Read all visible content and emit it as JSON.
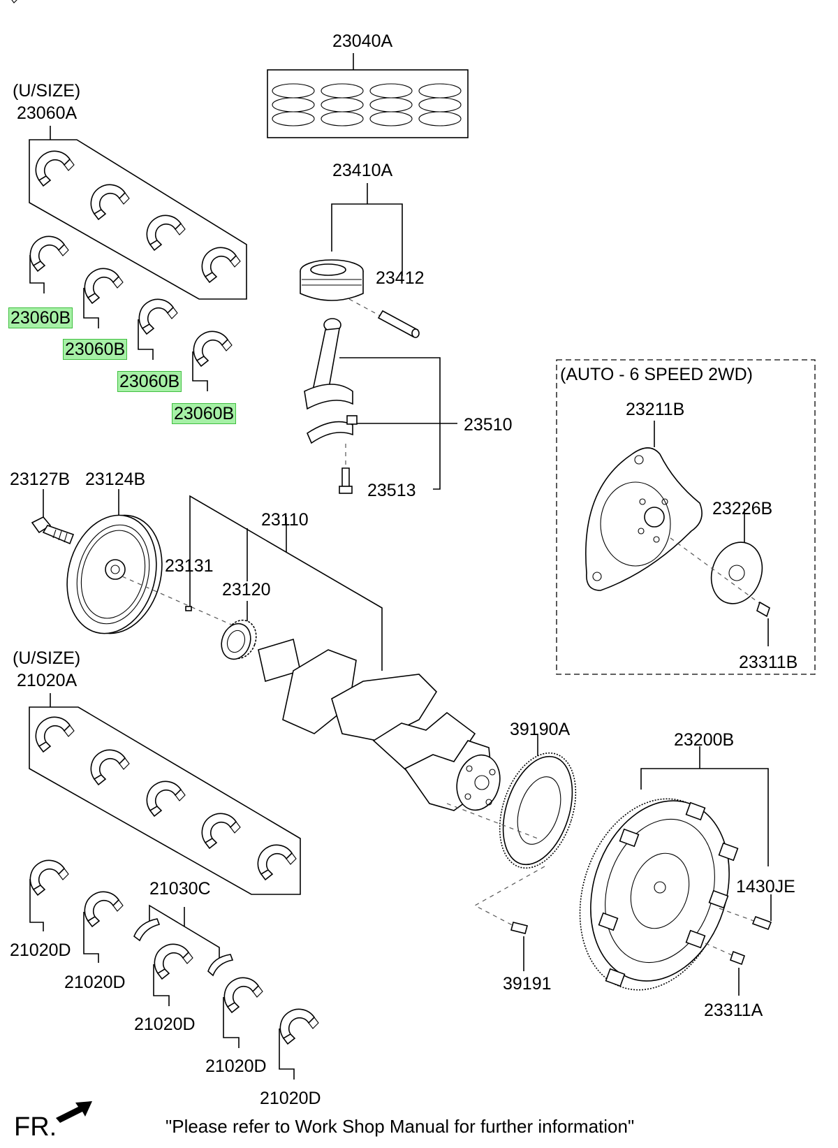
{
  "callouts": {
    "piston_ring_set": "23040A",
    "upper_bearing_undersize_note": "(U/SIZE)",
    "upper_bearing_set": "23060A",
    "upper_bearing_1": "23060B",
    "upper_bearing_2": "23060B",
    "upper_bearing_3": "23060B",
    "upper_bearing_4": "23060B",
    "piston_assembly": "23410A",
    "piston_pin": "23412",
    "connecting_rod": "23510",
    "rod_bolt": "23513",
    "auto_section_title": "(AUTO - 6 SPEED 2WD)",
    "drive_plate": "23211B",
    "adapter_plate": "23226B",
    "drive_plate_bolt": "23311B",
    "pulley_bolt": "23127B",
    "damper_pulley": "23124B",
    "crankshaft_assembly": "23110",
    "key": "23131",
    "sprocket": "23120",
    "main_bearing_undersize_note": "(U/SIZE)",
    "main_bearing_set": "21020A",
    "tone_wheel": "39190A",
    "flywheel": "23200B",
    "flywheel_pin": "1430JE",
    "tone_wheel_screw": "39191",
    "flywheel_bolt": "23311A",
    "thrust_washer": "21030C",
    "main_bearing_1": "21020D",
    "main_bearing_2": "21020D",
    "main_bearing_3": "21020D",
    "main_bearing_4": "21020D",
    "main_bearing_5": "21020D"
  },
  "footer": {
    "front_marker": "FR.",
    "note": "\"Please refer to Work Shop Manual for further information\""
  },
  "highlight_color": "#a6f0a6",
  "icons": [
    "front-arrow-icon"
  ]
}
